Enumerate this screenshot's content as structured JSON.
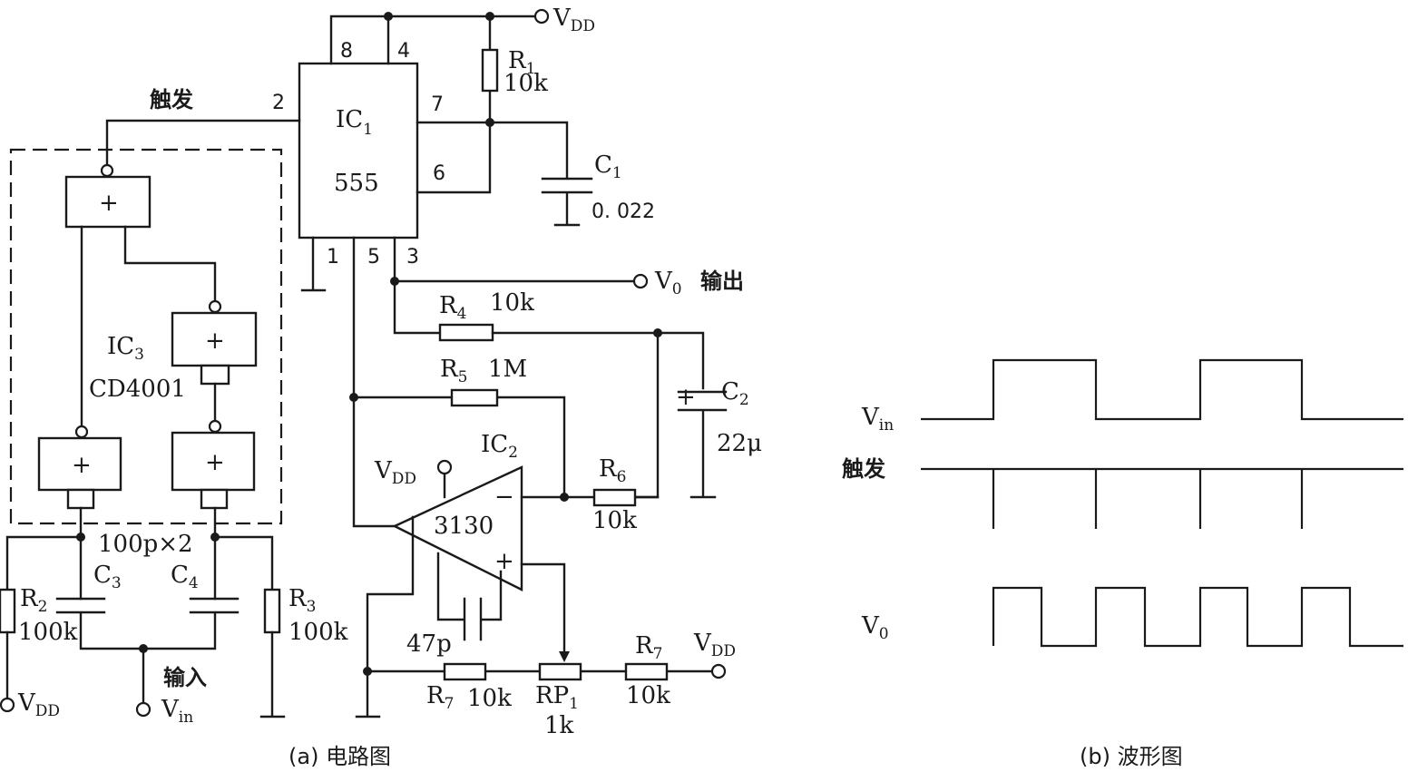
{
  "circuit": {
    "ic1": {
      "name": "IC",
      "sub": "1",
      "type": "555",
      "pins": {
        "p8": "8",
        "p4": "4",
        "p2": "2",
        "p7": "7",
        "p6": "6",
        "p1": "1",
        "p5": "5",
        "p3": "3"
      }
    },
    "ic2": {
      "name": "IC",
      "sub": "2",
      "type": "3130",
      "minus": "−",
      "plus": "+"
    },
    "ic3": {
      "name": "IC",
      "sub": "3",
      "type": "CD4001"
    },
    "gate_symbol": "+",
    "vdd": {
      "main": "V",
      "sub": "DD"
    },
    "trigger_label": "触发",
    "output": {
      "v": "V",
      "sub": "0",
      "text": "输出"
    },
    "input": {
      "text": "输入",
      "v": "V",
      "sub": "in"
    },
    "r1": {
      "name": "R",
      "sub": "1",
      "value": "10k"
    },
    "c1": {
      "name": "C",
      "sub": "1",
      "value": "0. 022"
    },
    "r4": {
      "name": "R",
      "sub": "4",
      "value": "10k"
    },
    "r5": {
      "name": "R",
      "sub": "5",
      "value": "1M"
    },
    "c2": {
      "name": "C",
      "sub": "2",
      "polarity": "+",
      "value": "22μ"
    },
    "r6": {
      "name": "R",
      "sub": "6",
      "value": "10k"
    },
    "c_comp": {
      "value": "47p"
    },
    "r7a": {
      "name": "R",
      "sub": "7",
      "value": "10k"
    },
    "rp1": {
      "name": "RP",
      "sub": "1",
      "value": "1k"
    },
    "r7b": {
      "name": "R",
      "sub": "7",
      "value": "10k"
    },
    "r2": {
      "name": "R",
      "sub": "2",
      "value": "100k"
    },
    "r3": {
      "name": "R",
      "sub": "3",
      "value": "100k"
    },
    "c3": {
      "name": "C",
      "sub": "3"
    },
    "c4": {
      "name": "C",
      "sub": "4"
    },
    "c34_value": "100p×2"
  },
  "waveforms": {
    "vin": {
      "v": "V",
      "sub": "in"
    },
    "trigger": "触发",
    "vo": {
      "v": "V",
      "sub": "0"
    }
  },
  "captions": {
    "a": "(a) 电路图",
    "b": "(b) 波形图"
  }
}
